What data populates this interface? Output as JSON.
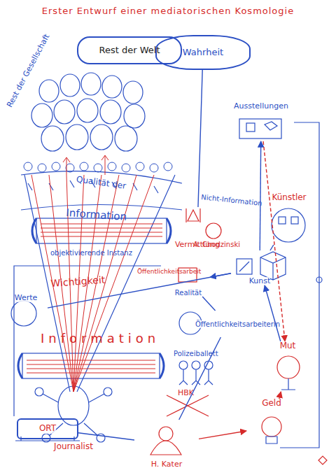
{
  "diagram": {
    "title": "Erster Entwurf einer mediatorischen Kosmologie",
    "nodes": [
      {
        "text": [
          "Rest der Welt"
        ]
      },
      {
        "text": [
          "Wahrheit"
        ]
      },
      {
        "text": [
          "Ausstellungen"
        ]
      },
      {
        "text": [
          "Künstler"
        ]
      },
      {
        "text": [
          "Vermittlung"
        ]
      },
      {
        "text": [
          "Kunst"
        ]
      },
      {
        "text": [
          "Realität"
        ]
      },
      {
        "text": [
          "Werte"
        ]
      },
      {
        "text": [
          "Öffentlichkeitsarbeiterin"
        ]
      },
      {
        "text": [
          "Mut"
        ]
      },
      {
        "text": [
          "Journalist"
        ]
      },
      {
        "text": [
          "Geld"
        ]
      },
      {
        "text": [
          "ORT"
        ]
      },
      {
        "text": [
          "H. Kater"
        ]
      }
    ],
    "edges": [
      {
        "from": 1,
        "to": 4,
        "arrow": "none"
      },
      {
        "from": 5,
        "to": 2,
        "arrow": "to"
      },
      {
        "from": 2,
        "to": 9,
        "arrow": "to"
      },
      {
        "from": 3,
        "to": 5,
        "arrow": "none"
      },
      {
        "from": 6,
        "to": 8,
        "arrow": "none"
      },
      {
        "from": 8,
        "to": 13,
        "arrow": "none"
      },
      {
        "from": 13,
        "to": 11,
        "arrow": "to"
      },
      {
        "from": 11,
        "to": 9,
        "arrow": "to"
      },
      {
        "from": 9,
        "to": 5,
        "arrow": "to"
      },
      {
        "from": 7,
        "to": 5,
        "arrow": "none"
      },
      {
        "from": 12,
        "to": 13,
        "arrow": "none"
      },
      {
        "from": 5,
        "to": 6,
        "arrow": "to"
      }
    ],
    "labels": [
      "Rest der Gesellschaft",
      "Qualität der",
      "Information",
      "Nicht-Information",
      "A. Chodzinski",
      "objektivierende Instanz",
      "Öffentlichkeitsarbeit",
      "Wichtigkeit",
      "Information",
      "Polizeiballett",
      "HBK"
    ]
  }
}
